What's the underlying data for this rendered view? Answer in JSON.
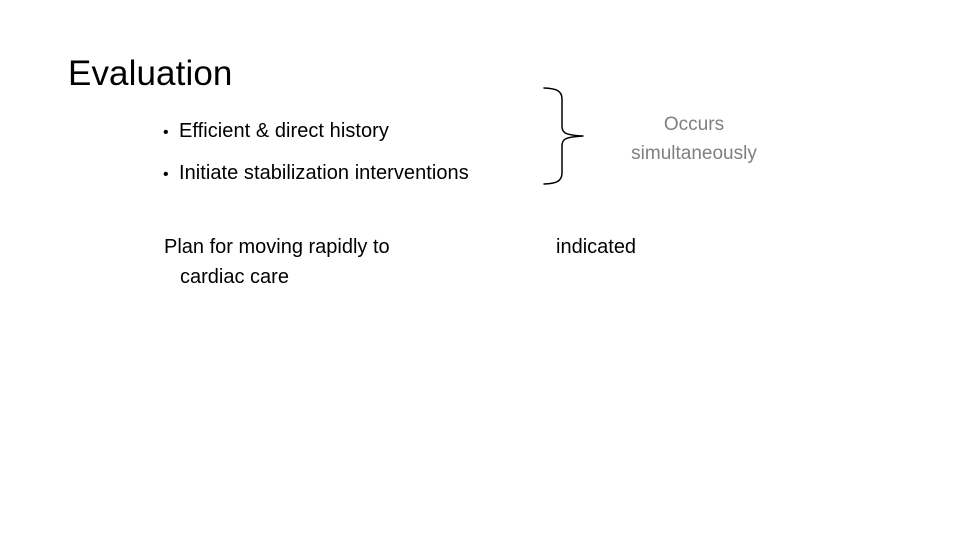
{
  "slide": {
    "background_color": "#ffffff",
    "title": "Evaluation",
    "body_text_color": "#000000",
    "note_text_color": "#7f7f7f"
  },
  "bullets": [
    {
      "marker": "•",
      "text": "Efficient & direct history"
    },
    {
      "marker": "•",
      "text": "Initiate stabilization interventions"
    }
  ],
  "brace": {
    "name": "right-curly-brace",
    "orientation": "points-right",
    "stroke_color": "#000000"
  },
  "side_note": {
    "line1": "Occurs",
    "line2": "simultaneously"
  },
  "plan": {
    "line1": "Plan for moving rapidly to",
    "line2": "cardiac care"
  },
  "indicated": {
    "label": "indicated"
  }
}
